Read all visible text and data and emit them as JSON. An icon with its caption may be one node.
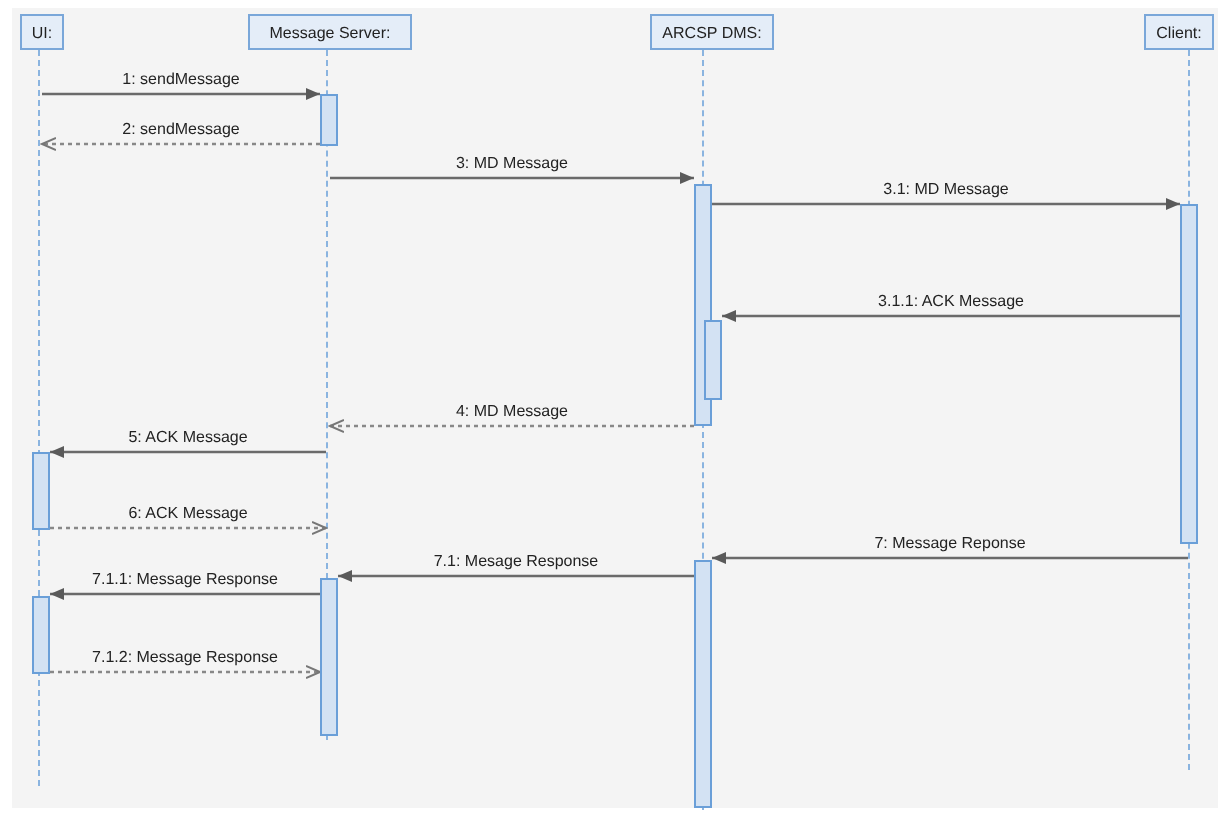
{
  "diagram": {
    "nodes": [
      {
        "text": [
          "UI:"
        ]
      },
      {
        "text": [
          "Message Server:"
        ]
      },
      {
        "text": [
          "ARCSP DMS:"
        ]
      },
      {
        "text": [
          "Client:"
        ]
      },
      {
        "text": [],
        "shape": "line"
      },
      {
        "text": [],
        "shape": "line"
      },
      {
        "text": [],
        "shape": "line"
      },
      {
        "text": [],
        "shape": "line"
      },
      {
        "text": [],
        "shape": "bar"
      },
      {
        "text": [],
        "shape": "bar"
      },
      {
        "text": [],
        "shape": "bar"
      },
      {
        "text": [],
        "shape": "bar"
      },
      {
        "text": [],
        "shape": "bar"
      },
      {
        "text": [],
        "shape": "bar"
      },
      {
        "text": [],
        "shape": "bar"
      },
      {
        "text": [],
        "shape": "bar"
      }
    ],
    "edges": [
      {
        "from": 4,
        "to": 8,
        "arrow": "to",
        "label": "1: sendMessage"
      },
      {
        "from": 8,
        "to": 4,
        "arrow": "to",
        "label": "2: sendMessage",
        "style": "dashed"
      },
      {
        "from": 5,
        "to": 9,
        "arrow": "to",
        "label": "3: MD Message"
      },
      {
        "from": 9,
        "to": 10,
        "arrow": "to",
        "label": "3.1: MD Message"
      },
      {
        "from": 10,
        "to": 11,
        "arrow": "to",
        "label": "3.1.1: ACK Message"
      },
      {
        "from": 9,
        "to": 5,
        "arrow": "to",
        "label": "4: MD Message",
        "style": "dashed"
      },
      {
        "from": 5,
        "to": 12,
        "arrow": "to",
        "label": "5: ACK Message"
      },
      {
        "from": 12,
        "to": 5,
        "arrow": "to",
        "label": "6: ACK Message",
        "style": "dashed"
      },
      {
        "from": 7,
        "to": 13,
        "arrow": "to",
        "label": "7: Message Reponse"
      },
      {
        "from": 13,
        "to": 14,
        "arrow": "to",
        "label": "7.1: Mesage Response"
      },
      {
        "from": 14,
        "to": 15,
        "arrow": "to",
        "label": "7.1.1: Message Response"
      },
      {
        "from": 15,
        "to": 14,
        "arrow": "to",
        "label": "7.1.2: Message Response",
        "style": "dashed"
      }
    ]
  }
}
